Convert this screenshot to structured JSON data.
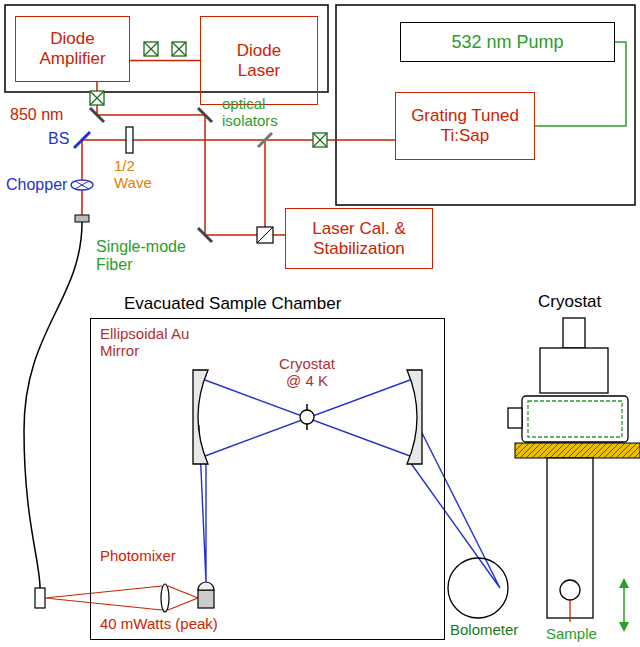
{
  "diagram": {
    "nodes": [
      {
        "text": [
          "Diode Amplifier"
        ]
      },
      {
        "text": [
          "Diode Laser"
        ]
      },
      {
        "text": [
          "532 nm Pump"
        ]
      },
      {
        "text": [
          "Grating Tuned Ti:Sap"
        ]
      },
      {
        "text": [
          "Laser Cal. & Stabilization"
        ]
      },
      {
        "text": [
          "Evacuated Sample Chamber"
        ]
      }
    ],
    "edges": [
      {
        "from": 1,
        "to": 0,
        "arrow": "none"
      },
      {
        "from": 2,
        "to": 3,
        "arrow": "none"
      }
    ],
    "labels": [
      "850 nm",
      "BS",
      "optical isolators",
      "1/2 Wave",
      "Chopper",
      "Single-mode Fiber",
      "Ellipsoidal Au Mirror",
      "Cryostat @ 4 K",
      "Photomixer",
      "40 mWatts (peak)",
      "Bolometer",
      "Cryostat",
      "Sample"
    ]
  }
}
